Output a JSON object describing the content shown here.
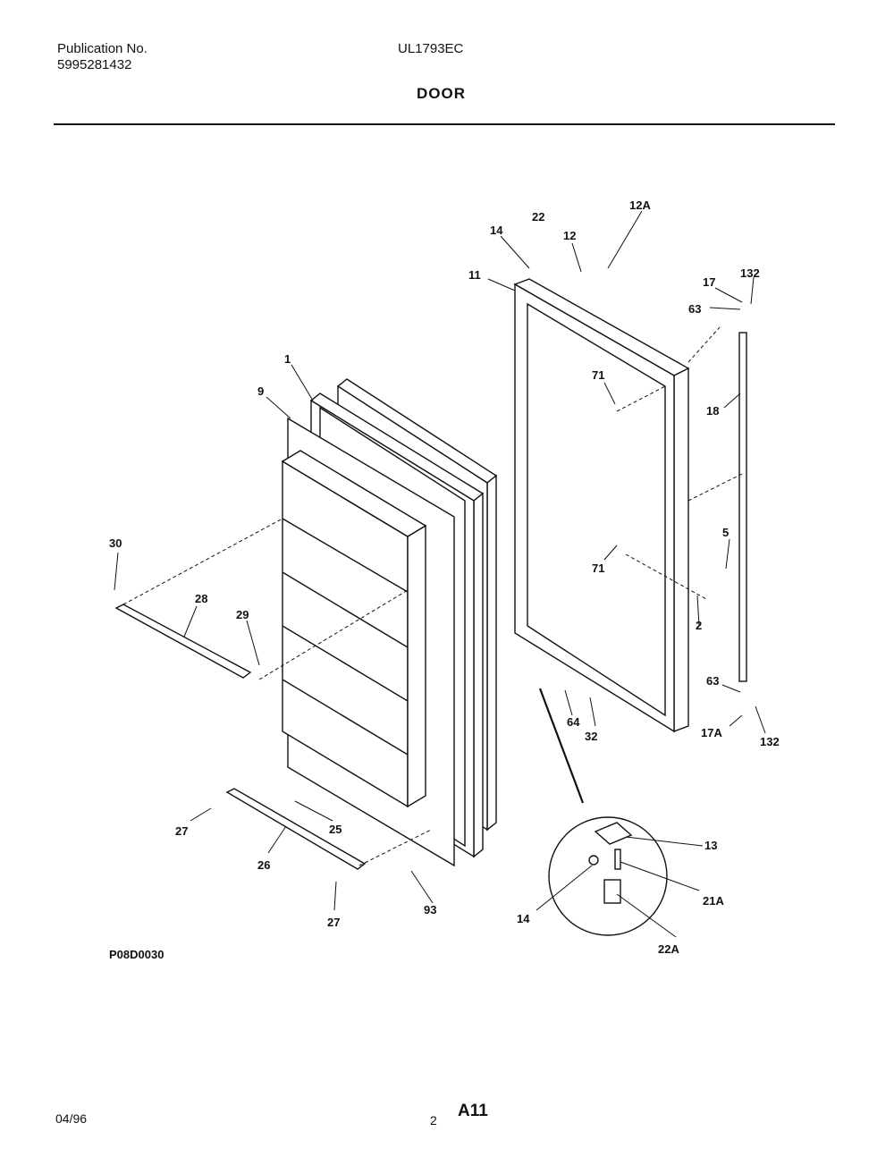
{
  "header": {
    "publication_label": "Publication No.",
    "publication_number": "5995281432",
    "model": "UL1793EC",
    "section_title": "DOOR"
  },
  "callouts": {
    "c1": "1",
    "c9": "9",
    "c11": "11",
    "c14_top": "14",
    "c22": "22",
    "c12": "12",
    "c12a": "12A",
    "c17": "17",
    "c132_top": "132",
    "c63_top": "63",
    "c71_top": "71",
    "c18": "18",
    "c5": "5",
    "c71_mid": "71",
    "c2": "2",
    "c30": "30",
    "c28": "28",
    "c29": "29",
    "c63_bot": "63",
    "c64": "64",
    "c32": "32",
    "c17a": "17A",
    "c132_bot": "132",
    "c27_top": "27",
    "c25": "25",
    "c26": "26",
    "c27_bot": "27",
    "c93": "93",
    "c13": "13",
    "c21a": "21A",
    "c14_det": "14",
    "c22a": "22A"
  },
  "footer": {
    "figure_code": "P08D0030",
    "date": "04/96",
    "page_number": "2",
    "page_code": "A11"
  }
}
